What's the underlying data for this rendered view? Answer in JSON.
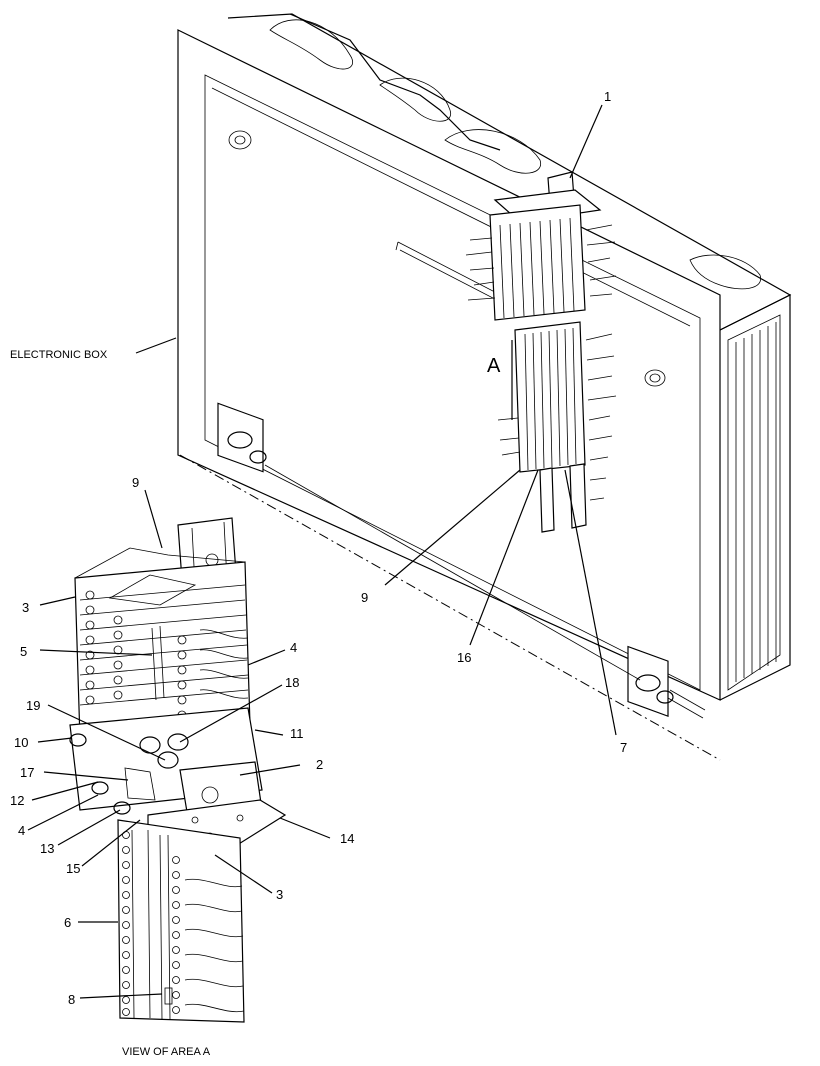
{
  "diagram": {
    "box_label": "ELECTRONIC BOX",
    "area_marker": "A",
    "view_caption": "VIEW OF AREA  A",
    "callouts": [
      {
        "id": "c1",
        "text": "1"
      },
      {
        "id": "c9a",
        "text": "9"
      },
      {
        "id": "c16",
        "text": "16"
      },
      {
        "id": "c7",
        "text": "7"
      },
      {
        "id": "c9b",
        "text": "9"
      },
      {
        "id": "c3a",
        "text": "3"
      },
      {
        "id": "c5",
        "text": "5"
      },
      {
        "id": "c4a",
        "text": "4"
      },
      {
        "id": "c18",
        "text": "18"
      },
      {
        "id": "c19",
        "text": "19"
      },
      {
        "id": "c11",
        "text": "11"
      },
      {
        "id": "c10",
        "text": "10"
      },
      {
        "id": "c2",
        "text": "2"
      },
      {
        "id": "c17",
        "text": "17"
      },
      {
        "id": "c12",
        "text": "12"
      },
      {
        "id": "c4b",
        "text": "4"
      },
      {
        "id": "c14",
        "text": "14"
      },
      {
        "id": "c13",
        "text": "13"
      },
      {
        "id": "c15",
        "text": "15"
      },
      {
        "id": "c3b",
        "text": "3"
      },
      {
        "id": "c6",
        "text": "6"
      },
      {
        "id": "c8",
        "text": "8"
      }
    ]
  }
}
